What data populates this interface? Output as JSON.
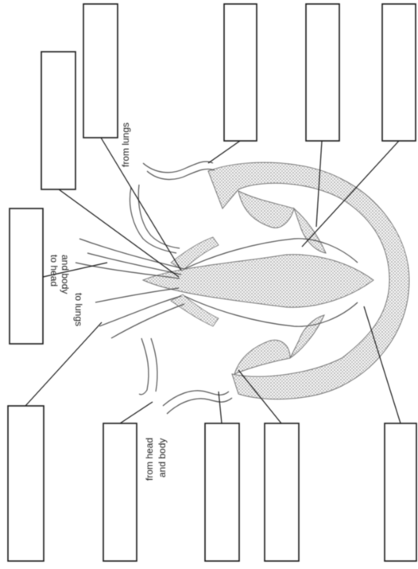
{
  "diagram": {
    "labels": {
      "from_lungs": "from lungs",
      "to_head_line1": "to head",
      "to_head_line2": "and body",
      "to_lungs": "to lungs",
      "from_head_line1": "from head",
      "from_head_line2": "and body"
    },
    "answer_boxes": [
      "",
      "",
      "",
      "",
      "",
      "",
      "",
      "",
      "",
      "",
      "",
      ""
    ],
    "colors": {
      "stroke": "#1a1a1a",
      "tissue": "#9a9a9a",
      "background": "#ffffff"
    }
  }
}
